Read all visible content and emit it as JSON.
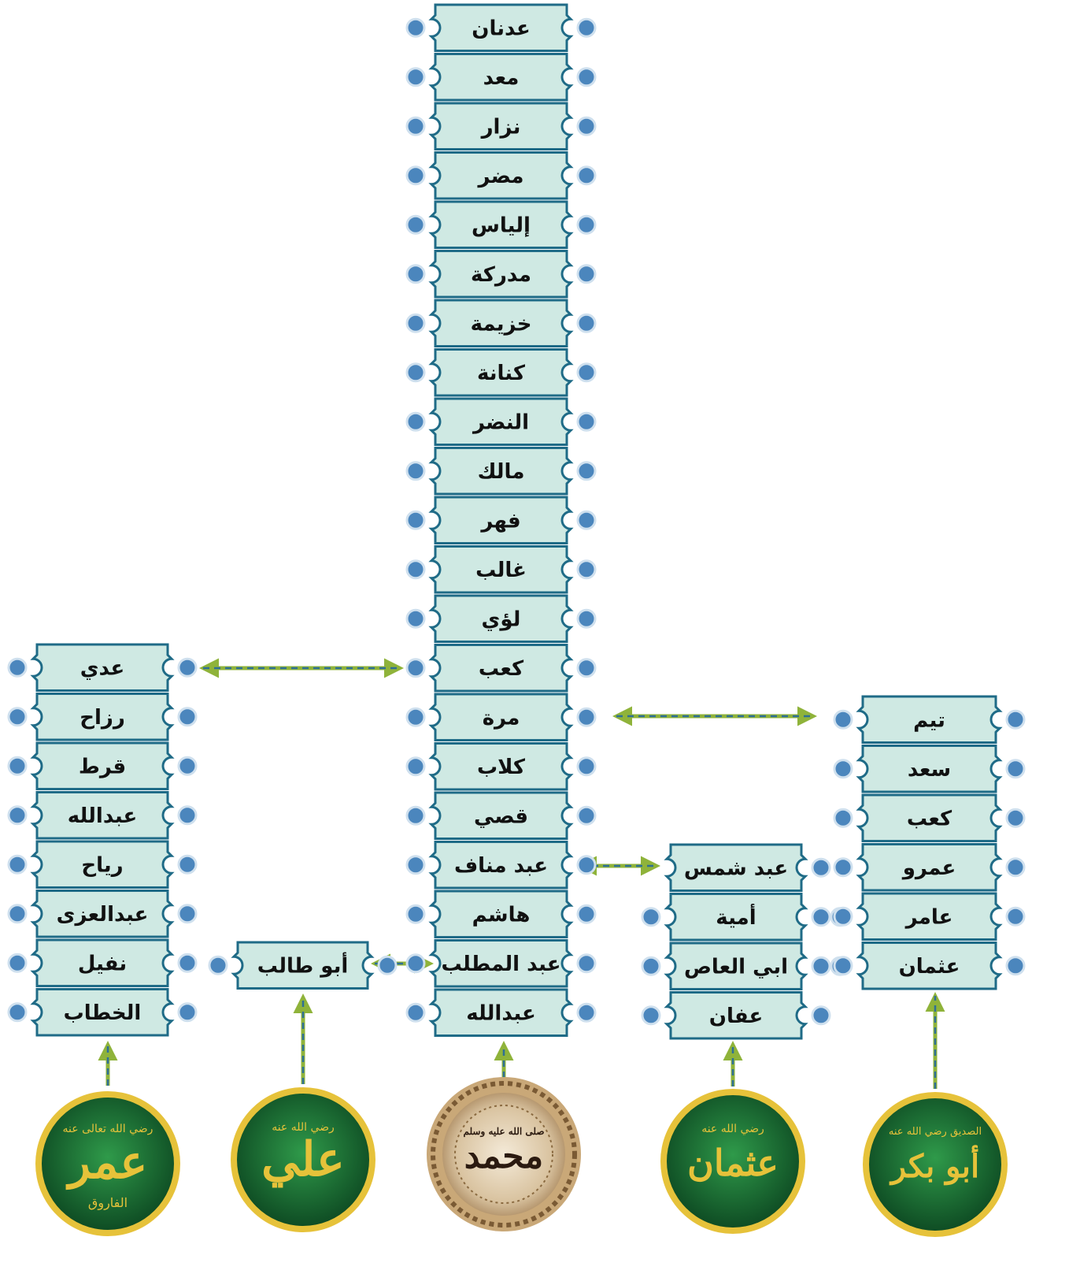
{
  "colors": {
    "node_fill": "#cfe9e3",
    "node_stroke": "#1f6b87",
    "dot_fill": "#4b86bd",
    "dot_stroke": "#cfe0ee",
    "arrow_green": "#8fb33a",
    "arrow_dash": "#2e6f96",
    "medal_green": "#1f7a3a",
    "medal_gold": "#e6c23a"
  },
  "columns": {
    "main": [
      "عدنان",
      "معد",
      "نزار",
      "مضر",
      "إلياس",
      "مدركة",
      "خزيمة",
      "كنانة",
      "النضر",
      "مالك",
      "فهر",
      "غالب",
      "لؤي",
      "كعب",
      "مرة",
      "كلاب",
      "قصي",
      "عبد مناف",
      "هاشم",
      "عبد المطلب",
      "عبدالله"
    ],
    "umar_line": [
      "عدي",
      "رزاح",
      "قرط",
      "عبدالله",
      "رياح",
      "عبدالعزى",
      "نفيل",
      "الخطاب"
    ],
    "ali_line": [
      "أبو طالب"
    ],
    "uthman_line": [
      "عبد شمس",
      "أمية",
      "ابي العاص",
      "عفان"
    ],
    "abubakr_line": [
      "تيم",
      "سعد",
      "كعب",
      "عمرو",
      "عامر",
      "عثمان"
    ]
  },
  "medals": {
    "umar": {
      "main": "عمر",
      "sub": "رضي الله تعالى عنه",
      "extra": "الفاروق"
    },
    "ali": {
      "main": "علي",
      "sub": "رضي الله عنه"
    },
    "muhammad": {
      "main": "محمد",
      "sub": "صلى الله عليه وسلم"
    },
    "uthman": {
      "main": "عثمان",
      "sub": "رضي الله عنه"
    },
    "abubakr": {
      "main": "أبو بكر",
      "sub": "الصديق رضي الله عنه"
    }
  }
}
